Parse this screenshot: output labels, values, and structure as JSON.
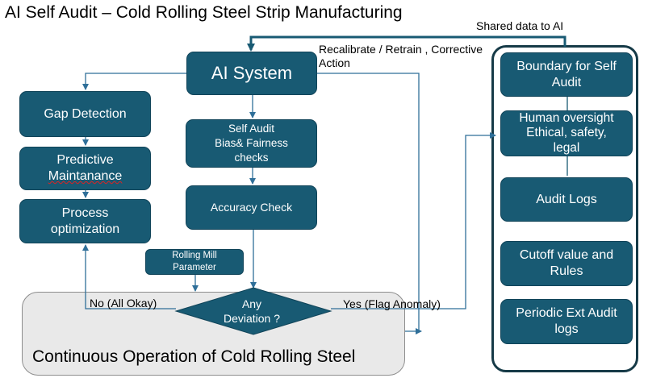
{
  "title": "AI Self Audit – Cold Rolling Steel Strip Manufacturing",
  "shared_label": "Shared data to AI",
  "recalibrate_line1": "Recalibrate / Retrain , Corrective",
  "recalibrate_line2": "Action",
  "nodes": {
    "ai_system": "AI System",
    "gap_detection": "Gap Detection",
    "predictive_line1": "Predictive",
    "predictive_line2": "Maintanance",
    "process_line1": "Process",
    "process_line2": "optimization",
    "self_audit_line1": "Self Audit",
    "self_audit_line2": "Bias& Fairness",
    "self_audit_line3": "checks",
    "accuracy_check": "Accuracy Check",
    "rolling_line1": "Rolling Mill",
    "rolling_line2": "Parameter",
    "deviation_line1": "Any",
    "deviation_line2": "Deviation ?"
  },
  "edges": {
    "no_label": "No (All Okay)",
    "yes_label": "Yes (Flag Anomaly)"
  },
  "bottom_label": "Continuous Operation of Cold Rolling Steel",
  "right_panel": {
    "boundary_line1": "Boundary for Self",
    "boundary_line2": "Audit",
    "human_line1": "Human oversight",
    "human_line2": "Ethical, safety,",
    "human_line3": "legal",
    "audit_logs": "Audit Logs",
    "cutoff_line1": "Cutoff value and",
    "cutoff_line2": "Rules",
    "periodic_line1": "Periodic Ext Audit",
    "periodic_line2": "logs"
  },
  "colors": {
    "node_fill": "#185a73",
    "connector": "#2f6f99",
    "panel_border": "#163a47",
    "zone_fill": "#e9e9e9"
  }
}
